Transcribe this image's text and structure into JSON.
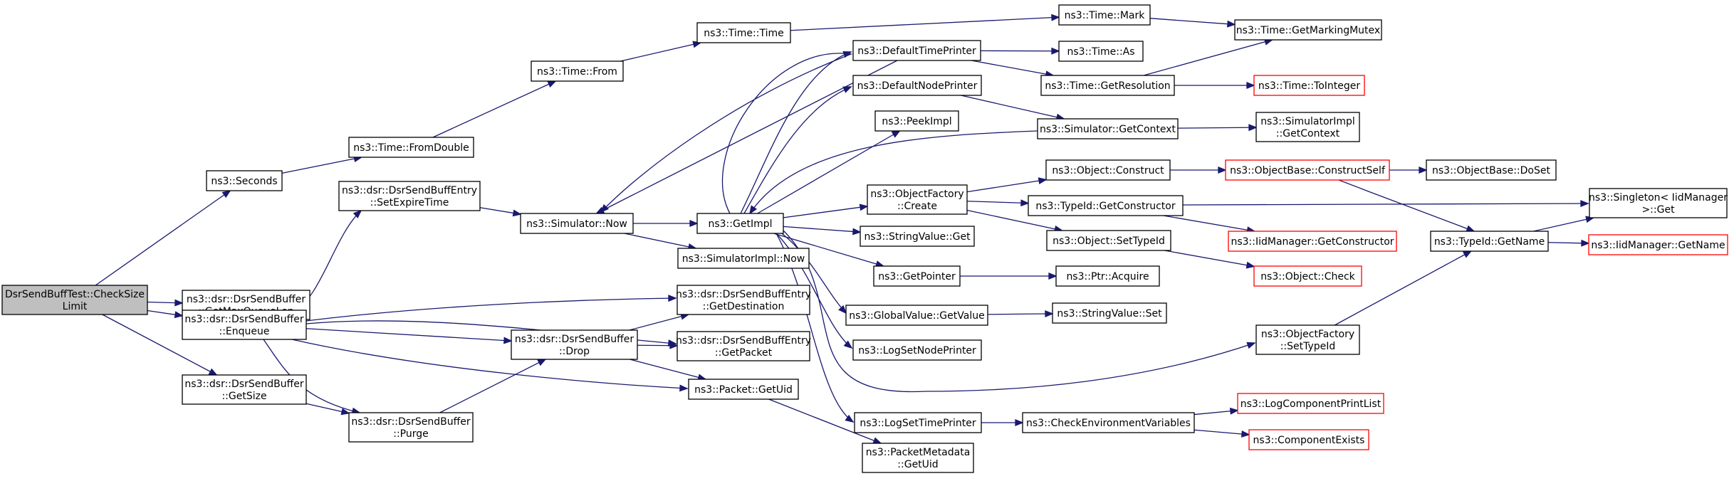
{
  "diagram": {
    "colors": {
      "edge": "#191970",
      "node_border": "#000000",
      "truncated_border": "#ff0000",
      "root_fill": "#bfbfbf",
      "node_fill": "#ffffff"
    },
    "nodes": [
      {
        "id": "root",
        "lines": [
          "DsrSendBuffTest::CheckSize",
          "Limit"
        ],
        "kind": "root"
      },
      {
        "id": "seconds",
        "lines": [
          "ns3::Seconds"
        ],
        "kind": "normal"
      },
      {
        "id": "getmaxqueuelen",
        "lines": [
          "ns3::dsr::DsrSendBuffer",
          "::GetMaxQueueLen"
        ],
        "kind": "normal"
      },
      {
        "id": "enqueue",
        "lines": [
          "ns3::dsr::DsrSendBuffer",
          "::Enqueue"
        ],
        "kind": "normal"
      },
      {
        "id": "getsize",
        "lines": [
          "ns3::dsr::DsrSendBuffer",
          "::GetSize"
        ],
        "kind": "normal"
      },
      {
        "id": "fromdouble",
        "lines": [
          "ns3::Time::FromDouble"
        ],
        "kind": "normal"
      },
      {
        "id": "setexpiretime",
        "lines": [
          "ns3::dsr::DsrSendBuffEntry",
          "::SetExpireTime"
        ],
        "kind": "normal"
      },
      {
        "id": "purge",
        "lines": [
          "ns3::dsr::DsrSendBuffer",
          "::Purge"
        ],
        "kind": "normal"
      },
      {
        "id": "from",
        "lines": [
          "ns3::Time::From"
        ],
        "kind": "normal"
      },
      {
        "id": "now",
        "lines": [
          "ns3::Simulator::Now"
        ],
        "kind": "normal"
      },
      {
        "id": "drop",
        "lines": [
          "ns3::dsr::DsrSendBuffer",
          "::Drop"
        ],
        "kind": "normal"
      },
      {
        "id": "timetime",
        "lines": [
          "ns3::Time::Time"
        ],
        "kind": "normal"
      },
      {
        "id": "getimpl",
        "lines": [
          "ns3::GetImpl"
        ],
        "kind": "normal"
      },
      {
        "id": "simimplnow",
        "lines": [
          "ns3::SimulatorImpl::Now"
        ],
        "kind": "normal"
      },
      {
        "id": "getdestination",
        "lines": [
          "ns3::dsr::DsrSendBuffEntry",
          "::GetDestination"
        ],
        "kind": "normal"
      },
      {
        "id": "getpacket",
        "lines": [
          "ns3::dsr::DsrSendBuffEntry",
          "::GetPacket"
        ],
        "kind": "normal"
      },
      {
        "id": "packetgetuid",
        "lines": [
          "ns3::Packet::GetUid"
        ],
        "kind": "normal"
      },
      {
        "id": "defaulttimeprinter",
        "lines": [
          "ns3::DefaultTimePrinter"
        ],
        "kind": "normal"
      },
      {
        "id": "defaultnodeprinter",
        "lines": [
          "ns3::DefaultNodePrinter"
        ],
        "kind": "normal"
      },
      {
        "id": "peekimpl",
        "lines": [
          "ns3::PeekImpl"
        ],
        "kind": "normal"
      },
      {
        "id": "objfactorycreate",
        "lines": [
          "ns3::ObjectFactory",
          "::Create"
        ],
        "kind": "normal"
      },
      {
        "id": "stringvalueget",
        "lines": [
          "ns3::StringValue::Get"
        ],
        "kind": "normal"
      },
      {
        "id": "getpointer",
        "lines": [
          "ns3::GetPointer"
        ],
        "kind": "normal"
      },
      {
        "id": "globalvalueget",
        "lines": [
          "ns3::GlobalValue::GetValue"
        ],
        "kind": "normal"
      },
      {
        "id": "logsetnodeprinter",
        "lines": [
          "ns3::LogSetNodePrinter"
        ],
        "kind": "normal"
      },
      {
        "id": "logsettimeprinter",
        "lines": [
          "ns3::LogSetTimePrinter"
        ],
        "kind": "normal"
      },
      {
        "id": "packetmetadatagetuid",
        "lines": [
          "ns3::PacketMetadata",
          "::GetUid"
        ],
        "kind": "normal"
      },
      {
        "id": "timemark",
        "lines": [
          "ns3::Time::Mark"
        ],
        "kind": "normal"
      },
      {
        "id": "timeas",
        "lines": [
          "ns3::Time::As"
        ],
        "kind": "normal"
      },
      {
        "id": "timegetresolution",
        "lines": [
          "ns3::Time::GetResolution"
        ],
        "kind": "normal"
      },
      {
        "id": "simgetcontext",
        "lines": [
          "ns3::Simulator::GetContext"
        ],
        "kind": "normal"
      },
      {
        "id": "objconstruct",
        "lines": [
          "ns3::Object::Construct"
        ],
        "kind": "normal"
      },
      {
        "id": "typeidgetconstructor",
        "lines": [
          "ns3::TypeId::GetConstructor"
        ],
        "kind": "normal"
      },
      {
        "id": "objsettypeid",
        "lines": [
          "ns3::Object::SetTypeId"
        ],
        "kind": "normal"
      },
      {
        "id": "ptracquire",
        "lines": [
          "ns3::Ptr::Acquire"
        ],
        "kind": "normal"
      },
      {
        "id": "stringvalueset",
        "lines": [
          "ns3::StringValue::Set"
        ],
        "kind": "normal"
      },
      {
        "id": "objfactorysettypeid",
        "lines": [
          "ns3::ObjectFactory",
          "::SetTypeId"
        ],
        "kind": "normal"
      },
      {
        "id": "checkenv",
        "lines": [
          "ns3::CheckEnvironmentVariables"
        ],
        "kind": "normal"
      },
      {
        "id": "getmarkingmutex",
        "lines": [
          "ns3::Time::GetMarkingMutex"
        ],
        "kind": "normal"
      },
      {
        "id": "tointeger",
        "lines": [
          "ns3::Time::ToInteger"
        ],
        "kind": "truncated"
      },
      {
        "id": "simimplgetcontext",
        "lines": [
          "ns3::SimulatorImpl",
          "::GetContext"
        ],
        "kind": "normal"
      },
      {
        "id": "constructself",
        "lines": [
          "ns3::ObjectBase::ConstructSelf"
        ],
        "kind": "truncated"
      },
      {
        "id": "iidmgrgetconstructor",
        "lines": [
          "ns3::IidManager::GetConstructor"
        ],
        "kind": "truncated"
      },
      {
        "id": "objectcheck",
        "lines": [
          "ns3::Object::Check"
        ],
        "kind": "truncated"
      },
      {
        "id": "logcomponentprintlist",
        "lines": [
          "ns3::LogComponentPrintList"
        ],
        "kind": "truncated"
      },
      {
        "id": "componentexists",
        "lines": [
          "ns3::ComponentExists"
        ],
        "kind": "truncated"
      },
      {
        "id": "objectbasedoset",
        "lines": [
          "ns3::ObjectBase::DoSet"
        ],
        "kind": "normal"
      },
      {
        "id": "typeidgetname",
        "lines": [
          "ns3::TypeId::GetName"
        ],
        "kind": "normal"
      },
      {
        "id": "singletonget",
        "lines": [
          "ns3::Singleton< IidManager",
          " >::Get"
        ],
        "kind": "normal"
      },
      {
        "id": "iidmgrgetname",
        "lines": [
          "ns3::IidManager::GetName"
        ],
        "kind": "truncated"
      }
    ],
    "edges": [
      {
        "from": "root",
        "to": "seconds"
      },
      {
        "from": "root",
        "to": "getmaxqueuelen"
      },
      {
        "from": "root",
        "to": "enqueue"
      },
      {
        "from": "root",
        "to": "getsize"
      },
      {
        "from": "seconds",
        "to": "fromdouble"
      },
      {
        "from": "fromdouble",
        "to": "from"
      },
      {
        "from": "from",
        "to": "timetime"
      },
      {
        "from": "timetime",
        "to": "timemark"
      },
      {
        "from": "timemark",
        "to": "getmarkingmutex"
      },
      {
        "from": "enqueue",
        "to": "setexpiretime"
      },
      {
        "from": "enqueue",
        "to": "getdestination"
      },
      {
        "from": "enqueue",
        "to": "getpacket"
      },
      {
        "from": "enqueue",
        "to": "drop"
      },
      {
        "from": "enqueue",
        "to": "packetgetuid"
      },
      {
        "from": "enqueue",
        "to": "purge"
      },
      {
        "from": "getsize",
        "to": "purge"
      },
      {
        "from": "purge",
        "to": "drop"
      },
      {
        "from": "setexpiretime",
        "to": "now"
      },
      {
        "from": "now",
        "to": "getimpl"
      },
      {
        "from": "now",
        "to": "simimplnow"
      },
      {
        "from": "drop",
        "to": "getdestination"
      },
      {
        "from": "drop",
        "to": "getpacket"
      },
      {
        "from": "drop",
        "to": "packetgetuid"
      },
      {
        "from": "packetgetuid",
        "to": "packetmetadatagetuid"
      },
      {
        "from": "getimpl",
        "to": "now"
      },
      {
        "from": "getimpl",
        "to": "defaulttimeprinter"
      },
      {
        "from": "getimpl",
        "to": "defaultnodeprinter"
      },
      {
        "from": "getimpl",
        "to": "peekimpl"
      },
      {
        "from": "getimpl",
        "to": "objfactorycreate"
      },
      {
        "from": "getimpl",
        "to": "stringvalueget"
      },
      {
        "from": "getimpl",
        "to": "getpointer"
      },
      {
        "from": "getimpl",
        "to": "globalvalueget"
      },
      {
        "from": "getimpl",
        "to": "logsetnodeprinter"
      },
      {
        "from": "getimpl",
        "to": "logsettimeprinter"
      },
      {
        "from": "getimpl",
        "to": "objfactorysettypeid"
      },
      {
        "from": "simgetcontext",
        "to": "getimpl"
      },
      {
        "from": "defaulttimeprinter",
        "to": "now"
      },
      {
        "from": "defaulttimeprinter",
        "to": "timeas"
      },
      {
        "from": "defaulttimeprinter",
        "to": "timegetresolution"
      },
      {
        "from": "timegetresolution",
        "to": "getmarkingmutex"
      },
      {
        "from": "timegetresolution",
        "to": "tointeger"
      },
      {
        "from": "defaultnodeprinter",
        "to": "simgetcontext"
      },
      {
        "from": "simgetcontext",
        "to": "simimplgetcontext"
      },
      {
        "from": "objfactorycreate",
        "to": "objconstruct"
      },
      {
        "from": "objfactorycreate",
        "to": "typeidgetconstructor"
      },
      {
        "from": "objfactorycreate",
        "to": "objsettypeid"
      },
      {
        "from": "objconstruct",
        "to": "constructself"
      },
      {
        "from": "constructself",
        "to": "objectbasedoset"
      },
      {
        "from": "constructself",
        "to": "typeidgetname"
      },
      {
        "from": "typeidgetconstructor",
        "to": "iidmgrgetconstructor"
      },
      {
        "from": "typeidgetconstructor",
        "to": "singletonget"
      },
      {
        "from": "objsettypeid",
        "to": "objectcheck"
      },
      {
        "from": "getpointer",
        "to": "ptracquire"
      },
      {
        "from": "globalvalueget",
        "to": "stringvalueset"
      },
      {
        "from": "objfactorysettypeid",
        "to": "typeidgetname"
      },
      {
        "from": "typeidgetname",
        "to": "singletonget"
      },
      {
        "from": "typeidgetname",
        "to": "iidmgrgetname"
      },
      {
        "from": "logsettimeprinter",
        "to": "checkenv"
      },
      {
        "from": "checkenv",
        "to": "logcomponentprintlist"
      },
      {
        "from": "checkenv",
        "to": "componentexists"
      }
    ]
  }
}
